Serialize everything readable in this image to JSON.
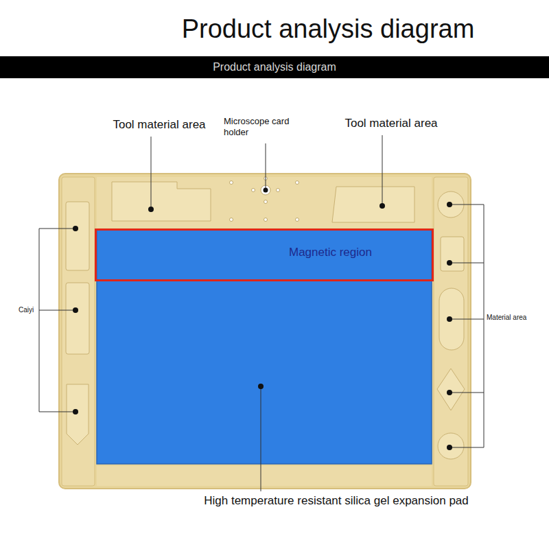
{
  "diagram": {
    "title": "Product analysis diagram",
    "nodes": [
      {
        "text": [
          "Product analysis diagram"
        ]
      },
      {
        "text": [
          "Magnetic region"
        ]
      }
    ],
    "labels": [
      "Tool material area",
      "Microscope card holder",
      "Tool material area",
      "Caiyi",
      "Material area",
      "High temperature resistant silica gel expansion pad"
    ]
  }
}
